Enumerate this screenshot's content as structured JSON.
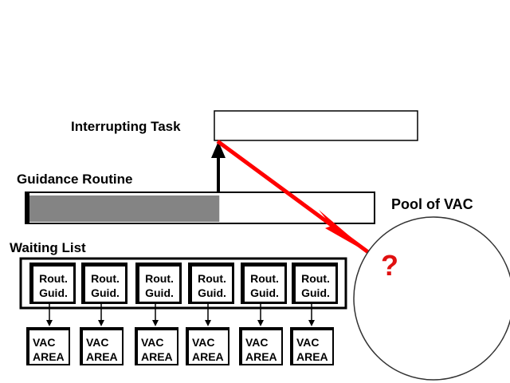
{
  "labels": {
    "interrupting_task": "Interrupting Task",
    "guidance_routine": "Guidance Routine",
    "pool_of_vac": "Pool of VAC",
    "waiting_list": "Waiting List",
    "question": "?"
  },
  "guidance_progress": 0.55,
  "waiting_items": [
    {
      "line1": "Rout.",
      "line2": "Guid.",
      "vac1": "VAC",
      "vac2": "AREA"
    },
    {
      "line1": "Rout.",
      "line2": "Guid.",
      "vac1": "VAC",
      "vac2": "AREA"
    },
    {
      "line1": "Rout.",
      "line2": "Guid.",
      "vac1": "VAC",
      "vac2": "AREA"
    },
    {
      "line1": "Rout.",
      "line2": "Guid.",
      "vac1": "VAC",
      "vac2": "AREA"
    },
    {
      "line1": "Rout.",
      "line2": "Guid.",
      "vac1": "VAC",
      "vac2": "AREA"
    },
    {
      "line1": "Rout.",
      "line2": "Guid.",
      "vac1": "VAC",
      "vac2": "AREA"
    }
  ],
  "colors": {
    "progress_fill": "#848484",
    "red_arrow": "#ff0000",
    "question": "#e01010"
  }
}
